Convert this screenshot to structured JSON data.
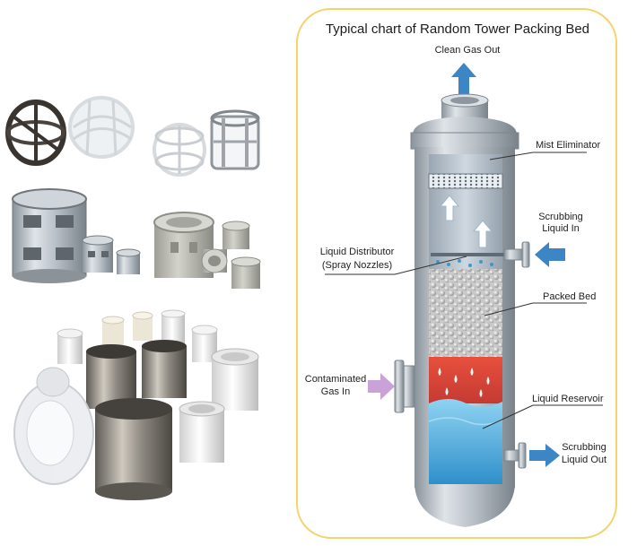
{
  "diagram": {
    "title": "Typical chart of Random Tower Packing Bed",
    "labels": {
      "clean_gas_out": "Clean Gas Out",
      "mist_eliminator": "Mist Eliminator",
      "scrubbing_liquid_in_line1": "Scrubbing",
      "scrubbing_liquid_in_line2": "Liquid In",
      "liquid_distributor_line1": "Liquid Distributor",
      "liquid_distributor_line2": "(Spray Nozzles)",
      "packed_bed": "Packed Bed",
      "contaminated_gas_in_line1": "Contaminated",
      "contaminated_gas_in_line2": "Gas In",
      "liquid_reservoir": "Liquid Reservoir",
      "scrubbing_liquid_out_line1": "Scrubbing",
      "scrubbing_liquid_out_line2": "Liquid Out"
    },
    "colors": {
      "frame_border": "#f3d36a",
      "arrow_blue": "#3d86c6",
      "arrow_purple": "#c9a3d8",
      "tower_metal": "#a9b1b8",
      "packing": "#d8d8d8",
      "hot_zone": "#e2493b",
      "water": "#4aa8d8"
    }
  },
  "product_photos": [
    {
      "name": "plastic-pall-ring-photos"
    },
    {
      "name": "plastic-heilex-ring-photos"
    },
    {
      "name": "metal-pall-ring-photos"
    },
    {
      "name": "ceramic-pall-ring-photos"
    },
    {
      "name": "raschig-ring-photos"
    }
  ]
}
